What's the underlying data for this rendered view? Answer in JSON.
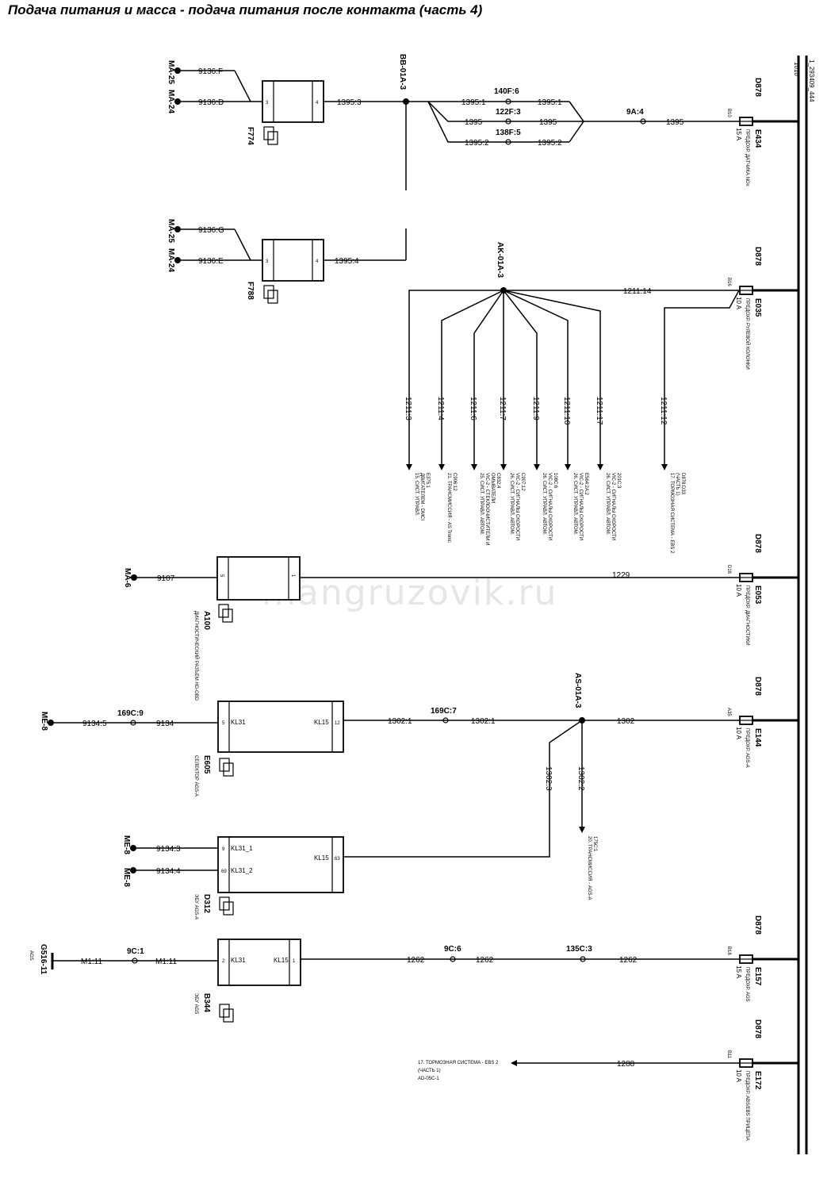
{
  "title": "Подача питания и масса - подача питания после контакта (часть 4)",
  "watermark": "mangruzovik.ru",
  "side_code": "1_293409_444",
  "side_wire": "1010",
  "units": {
    "f774": {
      "id": "F774",
      "pin_left": "3",
      "pin_right": "4"
    },
    "f788": {
      "id": "F788",
      "pin_left": "3",
      "pin_right": "4"
    },
    "a100": {
      "id": "A100",
      "pin_left": "5",
      "pin_right": "1",
      "desc": "ДИАГНОСТИЧЕСКИЙ РАЗЪЕМ HD-OBD"
    },
    "e605": {
      "id": "E605",
      "pin_left": "5",
      "term_left": "KL31",
      "term_right": "KL15",
      "pin_right": "12",
      "desc": "СЕЛЕКТОР AGS-A"
    },
    "d312": {
      "id": "D312",
      "pin1": "9",
      "term1": "KL31_1",
      "pin2": "69",
      "term2": "KL31_2",
      "term_right": "KL15",
      "pin_right": "63",
      "desc": "ЭБУ AGS-A"
    },
    "b344": {
      "id": "B344",
      "pin_left": "2",
      "term_left": "KL31",
      "term_right": "KL15",
      "pin_right": "1",
      "desc": "ЭБУ AGS"
    }
  },
  "grounds": {
    "ma25_a": "MA-25",
    "ma24_a": "MA-24",
    "ma25_b": "MA-25",
    "ma24_b": "MA-24",
    "ma6": "MA-6",
    "me8_a": "ME-8",
    "me8_b": "ME-8",
    "me8_c": "ME-8",
    "g516": "G516-11",
    "g516_sub": "AGS"
  },
  "wires": {
    "w9136f": "9136:F",
    "w9136d": "9136:D",
    "w9136g": "9136:G",
    "w9136e": "9136:E",
    "w1395_3": "1395:3",
    "w1395_1a": "1395:1",
    "w1395_1b": "1395:1",
    "w1395a": "1395",
    "w1395b": "1395",
    "w1395c": "1395",
    "w1395_2a": "1395:2",
    "w1395_2b": "1395:2",
    "w1395_4": "1395:4",
    "w1211_14": "1211:14",
    "w1211_3": "1211:3",
    "w1211_4": "1211:4",
    "w1211_6": "1211:6",
    "w1211_7": "1211:7",
    "w1211_9": "1211:9",
    "w1211_10": "1211:10",
    "w1211_17": "1211:17",
    "w1211_12": "1211:12",
    "w9107": "9107",
    "w1229": "1229",
    "w9134_5": "9134:5",
    "w9134": "9134",
    "w1302_1a": "1302:1",
    "w1302_1b": "1302:1",
    "w1302": "1302",
    "w1302_3": "1302:3",
    "w1302_2": "1302:2",
    "w9134_3": "9134:3",
    "w9134_4": "9134:4",
    "wm1_11a": "M1:11",
    "wm1_11b": "M1:11",
    "w1262a": "1262",
    "w1262b": "1262",
    "w1262c": "1262",
    "w1288": "1288"
  },
  "connectors": {
    "c140f6": "140F:6",
    "c122f3": "122F:3",
    "c138f5": "138F:5",
    "c9a4": "9A:4",
    "c169c9": "169C:9",
    "c169c7": "169C:7",
    "c9c1": "9C:1",
    "c9c6": "9C:6",
    "c135c3": "135C:3"
  },
  "splices": {
    "bb": "BB-01A-3",
    "ak": "AK-01A-3",
    "as": "AS-01A-3"
  },
  "fuses": [
    {
      "panel": "D878",
      "pin": "B10",
      "id": "E434",
      "amp": "15 A",
      "desc": "ПРЕДОХР. ДАТЧИКА NOx"
    },
    {
      "panel": "D878",
      "pin": "B16",
      "id": "E035",
      "amp": "10 A",
      "desc": "ПРЕДОХР. РУЛЕВОЙ КОЛОНКИ"
    },
    {
      "panel": "D878",
      "pin": "D18",
      "id": "E053",
      "amp": "10 A",
      "desc": "ПРЕДОХР. ДИАГНОСТИКИ"
    },
    {
      "panel": "D878",
      "pin": "A35",
      "id": "E144",
      "amp": "10 A",
      "desc": "ПРЕДОХР. AGS-A"
    },
    {
      "panel": "D878",
      "pin": "B18",
      "id": "E157",
      "amp": "15 A",
      "desc": "ПРЕДОХР. AGS"
    },
    {
      "panel": "D878",
      "pin": "B11",
      "id": "E172",
      "amp": "10 A",
      "desc": "ПРЕДОХР. ABS/EBS ПРИЦЕПА"
    }
  ],
  "refs": {
    "r1211_3": [
      "15. СИСТ. УПРАВЛ.",
      "ДВИГАТЕЛЕМ - DMCI",
      "E375:1"
    ],
    "r1211_4": [
      "21. ТРАНСМИССИЯ - AS Tronic",
      "C906:12"
    ],
    "r1211_6": [
      "25. СИСТ. УПРАВЛ. АВТОМ.",
      "VIC-2 - СТЕКЛООЧИСТИТЕЛИ И",
      "ОМЫВАТЕЛИ",
      "C832:4"
    ],
    "r1211_7": [
      "26. СИСТ. УПРАВЛ. АВТОМ.",
      "VIC-2 - СИГНАЛЫ СКОРОСТИ",
      "C907:12"
    ],
    "r1211_9": [
      "26. СИСТ. УПРАВЛ. АВТОМ.",
      "VIC-2 - СИГНАЛЫ СКОРОСТИ",
      "108C:6"
    ],
    "r1211_10": [
      "26. СИСТ. УПРАВЛ. АВТОМ.",
      "VIC-2 - СИГНАЛЫ СКОРОСТИ",
      "E564:2A:2"
    ],
    "r1211_17": [
      "26. СИСТ. УПРАВЛ. АВТОМ.",
      "VIC-2 - СИГНАЛЫ СКОРОСТИ",
      "201C:3"
    ],
    "r1211_12": [
      "17. ТОРМОЗНАЯ СИСТЕМА - EBS 2",
      "(ЧАСТЬ 1)",
      "D878:D33"
    ],
    "r1302_2": [
      "20. ТРАНСМИССИЯ - AGS-A",
      "175C:1"
    ],
    "r1288": [
      "17. ТОРМОЗНАЯ СИСТЕМА - EBS 2",
      "(ЧАСТЬ 1)",
      "AD-05C-1"
    ]
  }
}
